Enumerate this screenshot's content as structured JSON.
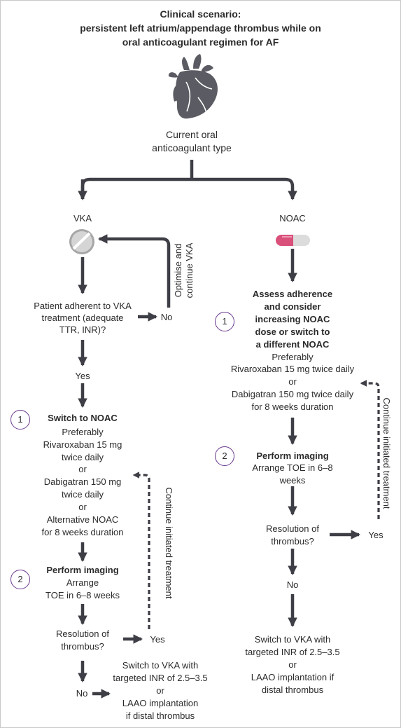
{
  "title": {
    "line1": "Clinical scenario:",
    "line2": "persistent left atrium/appendage thrombus while on",
    "line3": "oral anticoagulant regimen for AF"
  },
  "current_type": {
    "line1": "Current oral",
    "line2": "anticoagulant type"
  },
  "icons": {
    "heart": "heart-icon",
    "vka_pill": "tablet-icon",
    "noac_capsule": "capsule-icon"
  },
  "colors": {
    "arrow": "#3e3e46",
    "step_circle": "#6a3a8e",
    "capsule_pink": "#d9507a"
  },
  "vka": {
    "label": "VKA",
    "adherent_question": {
      "line1": "Patient adherent to VKA",
      "line2": "treatment (adequate",
      "line3": "TTR, INR)?"
    },
    "no_label": "No",
    "optimise": {
      "line1": "Optimise and",
      "line2": "continue VKA"
    },
    "yes_label": "Yes",
    "step1": {
      "number": "1",
      "heading": "Switch to NOAC",
      "lines": [
        "Preferably",
        "Rivaroxaban 15 mg",
        "twice daily",
        "or",
        "Dabigatran 150 mg",
        "twice daily",
        "or",
        "Alternative NOAC",
        "for 8 weeks duration"
      ]
    },
    "step2": {
      "number": "2",
      "heading": "Perform imaging",
      "line1": "Arrange",
      "line2": "TOE in 6–8 weeks"
    },
    "continue_label": "Continue initiated treatment",
    "resolution": {
      "line1": "Resolution of",
      "line2": "thrombus?"
    },
    "res_yes": "Yes",
    "res_no": "No",
    "outcome": {
      "line1": "Switch to VKA with",
      "line2": "targeted INR of 2.5–3.5",
      "line3": "or",
      "line4": "LAAO implantation",
      "line5": "if distal thrombus"
    }
  },
  "noac": {
    "label": "NOAC",
    "step1": {
      "number": "1",
      "heading_lines": [
        "Assess adherence",
        "and consider",
        "increasing NOAC",
        "dose or switch to",
        "a different NOAC"
      ],
      "lines": [
        "Preferably",
        "Rivaroxaban 15 mg twice daily",
        "or",
        "Dabigatran 150 mg twice daily",
        "for 8 weeks duration"
      ]
    },
    "step2": {
      "number": "2",
      "heading": "Perform imaging",
      "line1": "Arrange TOE in 6–8",
      "line2": "weeks"
    },
    "continue_label": "Continue initiated treatment",
    "resolution": {
      "line1": "Resolution of",
      "line2": "thrombus?"
    },
    "res_yes": "Yes",
    "res_no": "No",
    "outcome": {
      "line1": "Switch to VKA with",
      "line2": "targeted INR of 2.5–3.5",
      "line3": "or",
      "line4": "LAAO implantation if",
      "line5": "distal thrombus"
    }
  }
}
